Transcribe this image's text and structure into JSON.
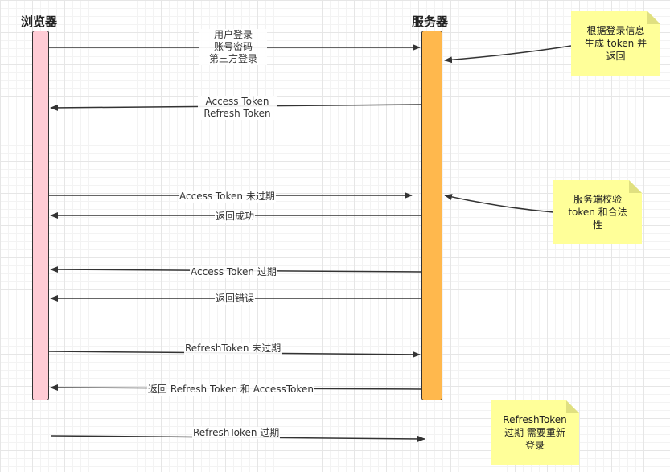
{
  "actors": {
    "browser": "浏览器",
    "server": "服务器"
  },
  "messages": {
    "m1": [
      "用户登录",
      "账号密码",
      "第三方登录"
    ],
    "m2": [
      "Access Token",
      "Refresh Token"
    ],
    "m3": "Access Token 未过期",
    "m4": "返回成功",
    "m5": "Access Token 过期",
    "m6": "返回错误",
    "m7": "RefreshToken 未过期",
    "m8": "返回 Refresh Token 和 AccessToken",
    "m9": "RefreshToken 过期"
  },
  "notes": {
    "n1": [
      "根据登录信息",
      "生成 token 并",
      "返回"
    ],
    "n2": [
      "服务端校验",
      "token 和合法",
      "性"
    ],
    "n3": [
      "RefreshToken",
      "过期 需要重新",
      "登录"
    ]
  },
  "colors": {
    "browser_lifeline": "#ffccd5",
    "server_lifeline": "#ffb84d",
    "note": "#ffff99",
    "arrow": "#333333"
  }
}
